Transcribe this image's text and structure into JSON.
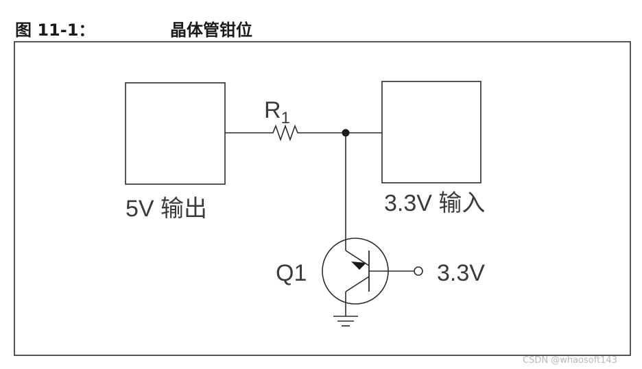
{
  "figure": {
    "number": "图 11-1：",
    "title": "晶体管钳位"
  },
  "blocks": {
    "source_label": "5V 输出",
    "load_label": "3.3V 输入"
  },
  "components": {
    "resistor_main": "R",
    "resistor_sub": "1",
    "transistor": "Q1",
    "base_supply": "3.3V"
  },
  "watermark": "CSDN @whaosoft143"
}
